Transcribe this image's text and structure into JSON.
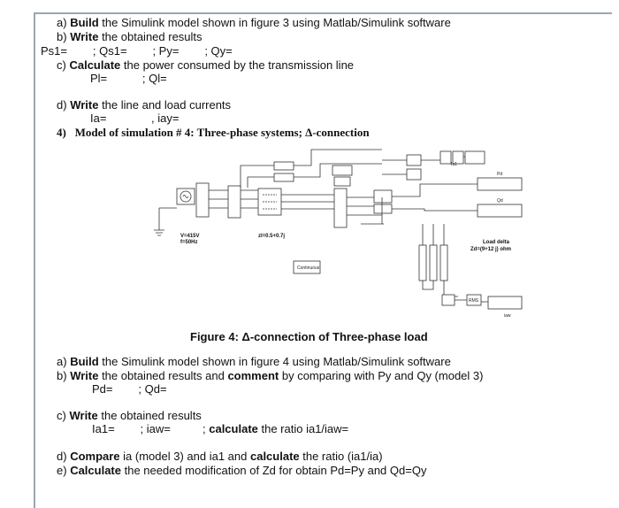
{
  "section3": {
    "a_prefix": "a)",
    "a_bold": "Build",
    "a_rest": " the Simulink model shown in figure 3 using Matlab/Simulink software",
    "b_prefix": "b)",
    "b_bold": "Write",
    "b_rest": " the obtained results",
    "results_line": "Ps1=        ; Qs1=        ; Py=        ; Qy=",
    "c_prefix": "c)",
    "c_bold": "Calculate",
    "c_rest": " the power consumed by the transmission line",
    "power_line": "Pl=           ; Ql=",
    "d_prefix": "d)",
    "d_bold": "Write",
    "d_rest": " the line and load currents",
    "currents_line": "Ia=              , iay="
  },
  "heading": "4)   Model of simulation # 4: Three-phase systems; Δ-connection",
  "diagram": {
    "source_label_1": "V=415V",
    "source_label_2": "f=50Hz",
    "line_label": "zl=0.5+0.7j",
    "load_label_1": "Load delta",
    "load_label_2": "Zd=(9+12 j) ohm",
    "powergui": "Continuous",
    "pd_label": "Pd",
    "qd_label": "Qd",
    "ia1_label": "Ia1",
    "iaw_label": "iaw",
    "rms_label": "RMS"
  },
  "figure_caption": "Figure 4: Δ-connection of Three-phase load",
  "section4": {
    "a_prefix": "a)",
    "a_bold": "Build",
    "a_rest": " the Simulink model shown in figure 4 using Matlab/Simulink software",
    "b_prefix": "b)",
    "b_bold1": "Write",
    "b_mid": " the obtained results and ",
    "b_bold2": "comment",
    "b_rest": " by comparing with Py and Qy (model 3)",
    "pd_line": "Pd=        ; Qd=",
    "c_prefix": "c)",
    "c_bold": "Write",
    "c_rest": " the obtained results",
    "ia1_line": "Ia1=        ; iaw=          ; ",
    "ratio_bold": "calculate",
    "ratio_rest": " the ratio ia1/iaw=",
    "d_prefix": "d)",
    "d_bold1": "Compare",
    "d_mid": " ia (model 3) and ia1 and ",
    "d_bold2": "calculate",
    "d_rest": " the ratio (ia1/ia)",
    "e_prefix": "e)",
    "e_bold": "Calculate",
    "e_rest": " the needed modification of Zd for obtain Pd=Py and Qd=Qy"
  }
}
